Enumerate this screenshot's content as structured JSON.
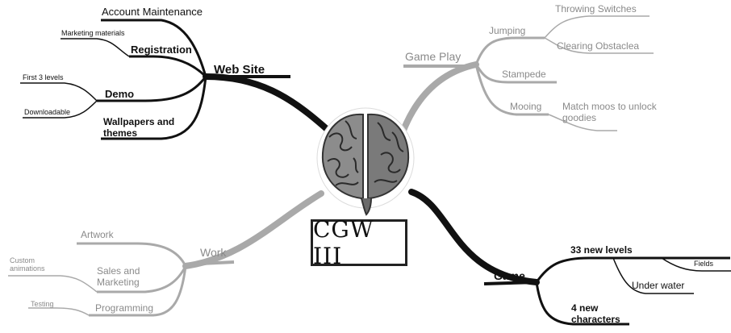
{
  "center": {
    "logo_text": "CGW III",
    "icon": "brain-icon"
  },
  "branches": {
    "web_site": {
      "label": "Web Site",
      "account_maintenance": "Account Maintenance",
      "marketing_materials": "Marketing materials",
      "registration": "Registration",
      "first_3_levels": "First 3 levels",
      "demo": "Demo",
      "downloadable": "Downloadable",
      "wallpapers": "Wallpapers and themes"
    },
    "game_play": {
      "label": "Game Play",
      "throwing_switches": "Throwing Switches",
      "jumping": "Jumping",
      "clearing_obstacles": "Clearing Obstaclea",
      "stampede": "Stampede",
      "mooing": "Mooing",
      "match_moos": "Match moos to unlock goodies"
    },
    "work": {
      "label": "Work",
      "artwork": "Artwork",
      "custom_animations": "Custom animations",
      "sales_marketing": "Sales and Marketing",
      "testing": "Testing",
      "programming": "Programming"
    },
    "game": {
      "label": "Game",
      "new_levels": "33 new levels",
      "fields": "Fields",
      "under_water": "Under water",
      "new_characters": "4 new characters"
    }
  },
  "colors": {
    "dark_branch": "#111111",
    "gray_branch": "#a9a9a9",
    "text_gray": "#8a8a8a"
  }
}
